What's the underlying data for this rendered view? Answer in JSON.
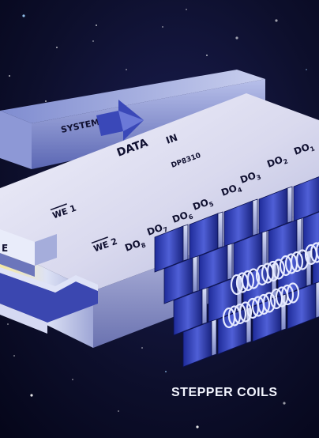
{
  "illustration": {
    "bus_label": "SYSTEM BUS",
    "data_in_label": "DATA",
    "data_in_arrow": "IN",
    "chip_label": "DP8310",
    "write_enable_1": "WE 1",
    "write_enable_2": "WE 2",
    "caption": "STEPPER COILS",
    "partial_left_label": "E",
    "outputs": [
      {
        "name": "DO",
        "sub": "1"
      },
      {
        "name": "DO",
        "sub": "2"
      },
      {
        "name": "DO",
        "sub": "3"
      },
      {
        "name": "DO",
        "sub": "4"
      },
      {
        "name": "DO",
        "sub": "5"
      },
      {
        "name": "DO",
        "sub": "6"
      },
      {
        "name": "DO",
        "sub": "7"
      },
      {
        "name": "DO",
        "sub": "8"
      }
    ]
  },
  "colors": {
    "space": "#0a0b22",
    "chip_top": "#dcdcef",
    "chip_side": "#8f97c9",
    "bus": "#aab4e0",
    "coil_frame": "#2f3fb5"
  }
}
